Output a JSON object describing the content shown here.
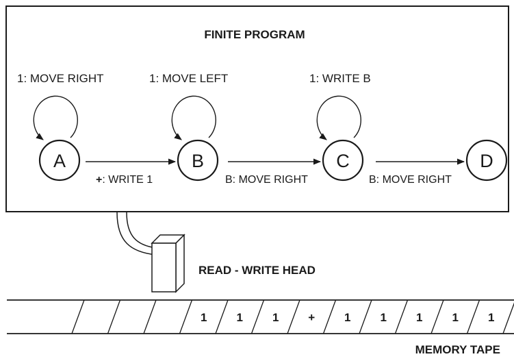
{
  "program": {
    "title": "FINITE PROGRAM",
    "states": [
      {
        "id": "A",
        "loop_label": "1: MOVE RIGHT"
      },
      {
        "id": "B",
        "loop_label": "1: MOVE LEFT"
      },
      {
        "id": "C",
        "loop_label": "1: WRITE B"
      },
      {
        "id": "D"
      }
    ],
    "transitions": [
      {
        "from": "A",
        "to": "B",
        "symbol": "+",
        "action": ": WRITE 1"
      },
      {
        "from": "B",
        "to": "C",
        "label": "B: MOVE RIGHT"
      },
      {
        "from": "C",
        "to": "D",
        "label": "B: MOVE RIGHT"
      }
    ]
  },
  "head": {
    "label": "READ - WRITE HEAD"
  },
  "tape": {
    "label": "MEMORY TAPE",
    "cells": [
      "",
      "",
      "",
      "1",
      "1",
      "1",
      "+",
      "1",
      "1",
      "1",
      "1",
      "1"
    ]
  }
}
